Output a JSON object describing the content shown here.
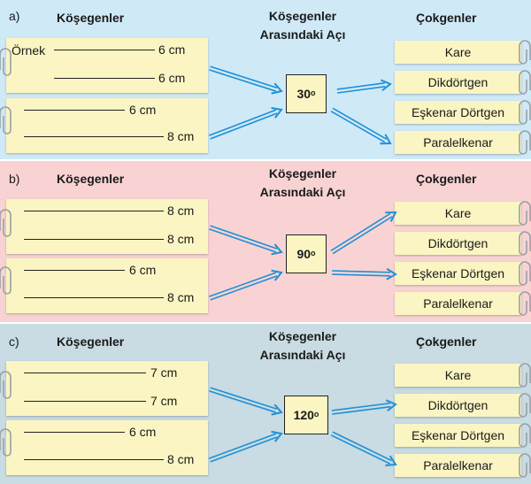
{
  "headers": {
    "diagonals": "Köşegenler",
    "angle_line1": "Köşegenler",
    "angle_line2": "Arasındaki Açı",
    "polygons": "Çokgenler"
  },
  "sections": [
    {
      "letter": "a)",
      "example_label": "Örnek",
      "pairs": [
        [
          "6 cm",
          "6 cm"
        ],
        [
          "6 cm",
          "8 cm"
        ]
      ],
      "angle": "30",
      "degree": "o",
      "shapes": [
        "Kare",
        "Dikdörtgen",
        "Eşkenar Dörtgen",
        "Paralelkenar"
      ]
    },
    {
      "letter": "b)",
      "pairs": [
        [
          "8 cm",
          "8 cm"
        ],
        [
          "6 cm",
          "8 cm"
        ]
      ],
      "angle": "90",
      "degree": "o",
      "shapes": [
        "Kare",
        "Dikdörtgen",
        "Eşkenar Dörtgen",
        "Paralelkenar"
      ]
    },
    {
      "letter": "c)",
      "pairs": [
        [
          "7 cm",
          "7 cm"
        ],
        [
          "6 cm",
          "8 cm"
        ]
      ],
      "angle": "120",
      "degree": "o",
      "shapes": [
        "Kare",
        "Dikdörtgen",
        "Eşkenar Dörtgen",
        "Paralelkenar"
      ]
    }
  ],
  "colors": {
    "section_a": "#cfe9f7",
    "section_b": "#f9d3d3",
    "section_c": "#c9dbe3",
    "note": "#faf5c2",
    "arrow": "#1e90d6"
  }
}
